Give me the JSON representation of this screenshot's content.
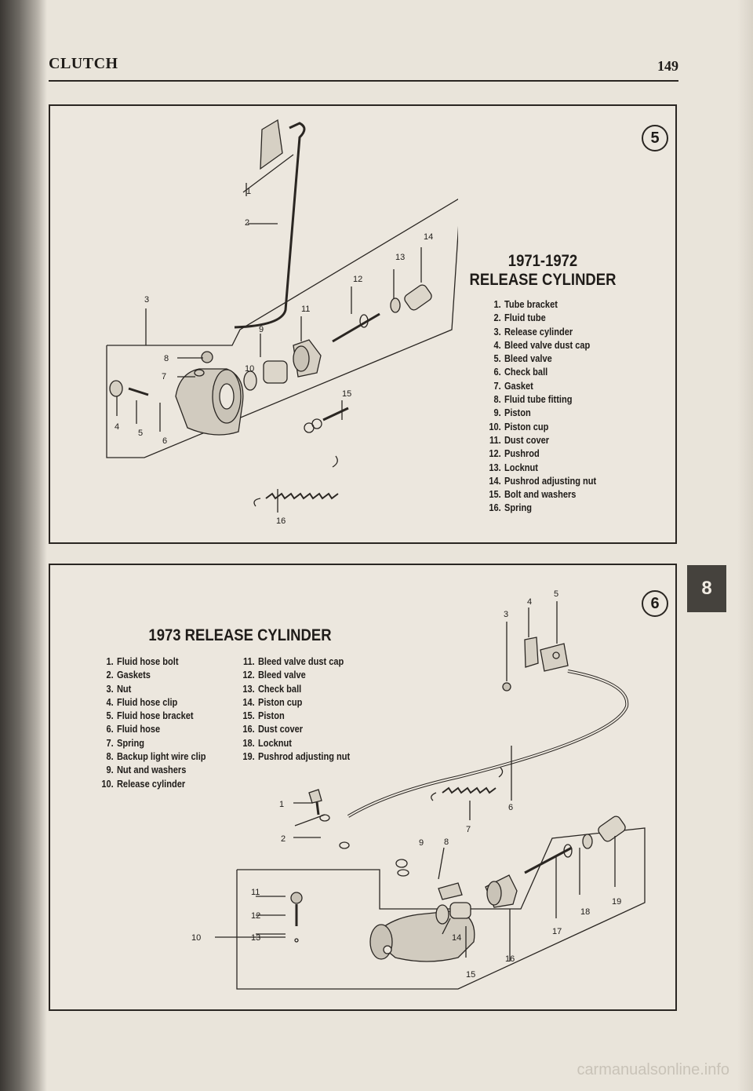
{
  "page": {
    "chapter_title": "CLUTCH",
    "page_number": "149",
    "tab_label": "8",
    "watermark": "carmanualsonline.info"
  },
  "figure5": {
    "number": "5",
    "year": "1971-1972",
    "title": "RELEASE CYLINDER",
    "parts": [
      {
        "n": "1.",
        "label": "Tube bracket"
      },
      {
        "n": "2.",
        "label": "Fluid tube"
      },
      {
        "n": "3.",
        "label": "Release cylinder"
      },
      {
        "n": "4.",
        "label": "Bleed valve dust cap"
      },
      {
        "n": "5.",
        "label": "Bleed valve"
      },
      {
        "n": "6.",
        "label": "Check ball"
      },
      {
        "n": "7.",
        "label": "Gasket"
      },
      {
        "n": "8.",
        "label": "Fluid tube fitting"
      },
      {
        "n": "9.",
        "label": "Piston"
      },
      {
        "n": "10.",
        "label": "Piston cup"
      },
      {
        "n": "11.",
        "label": "Dust cover"
      },
      {
        "n": "12.",
        "label": "Pushrod"
      },
      {
        "n": "13.",
        "label": "Locknut"
      },
      {
        "n": "14.",
        "label": "Pushrod adjusting nut"
      },
      {
        "n": "15.",
        "label": "Bolt and washers"
      },
      {
        "n": "16.",
        "label": "Spring"
      }
    ],
    "callouts": [
      "1",
      "2",
      "3",
      "4",
      "5",
      "6",
      "7",
      "8",
      "9",
      "10",
      "11",
      "12",
      "13",
      "14",
      "15",
      "16"
    ]
  },
  "figure6": {
    "number": "6",
    "title": "1973 RELEASE CYLINDER",
    "parts_left": [
      {
        "n": "1.",
        "label": "Fluid hose bolt"
      },
      {
        "n": "2.",
        "label": "Gaskets"
      },
      {
        "n": "3.",
        "label": "Nut"
      },
      {
        "n": "4.",
        "label": "Fluid hose clip"
      },
      {
        "n": "5.",
        "label": "Fluid hose bracket"
      },
      {
        "n": "6.",
        "label": "Fluid hose"
      },
      {
        "n": "7.",
        "label": "Spring"
      },
      {
        "n": "8.",
        "label": "Backup light wire clip"
      },
      {
        "n": "9.",
        "label": "Nut and washers"
      },
      {
        "n": "10.",
        "label": "Release cylinder"
      }
    ],
    "parts_right": [
      {
        "n": "11.",
        "label": "Bleed valve dust cap"
      },
      {
        "n": "12.",
        "label": "Bleed valve"
      },
      {
        "n": "13.",
        "label": "Check ball"
      },
      {
        "n": "14.",
        "label": "Piston cup"
      },
      {
        "n": "15.",
        "label": "Piston"
      },
      {
        "n": "16.",
        "label": "Dust cover"
      },
      {
        "n": "18.",
        "label": "Locknut"
      },
      {
        "n": "19.",
        "label": "Pushrod adjusting nut"
      }
    ],
    "callouts": [
      "1",
      "2",
      "3",
      "4",
      "5",
      "6",
      "7",
      "8",
      "9",
      "10",
      "11",
      "12",
      "13",
      "14",
      "15",
      "16",
      "17",
      "18",
      "19"
    ]
  }
}
